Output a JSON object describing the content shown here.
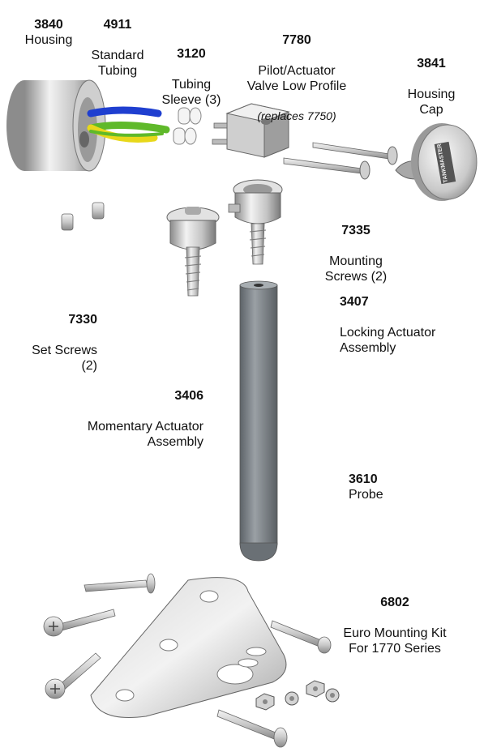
{
  "parts": [
    {
      "id": "housing",
      "number": "3840",
      "name": "Housing"
    },
    {
      "id": "tubing",
      "number": "4911",
      "name": "Standard\nTubing"
    },
    {
      "id": "sleeve",
      "number": "3120",
      "name": "Tubing\nSleeve (3)"
    },
    {
      "id": "valve",
      "number": "7780",
      "name": "Pilot/Actuator\nValve Low Profile",
      "note": "(replaces 7750)"
    },
    {
      "id": "cap",
      "number": "3841",
      "name": "Housing\nCap"
    },
    {
      "id": "mount-screws",
      "number": "7335",
      "name": "Mounting\nScrews (2)"
    },
    {
      "id": "set-screws",
      "number": "7330",
      "name": "Set Screws\n(2)"
    },
    {
      "id": "locking",
      "number": "3407",
      "name": "Locking Actuator\nAssembly"
    },
    {
      "id": "momentary",
      "number": "3406",
      "name": "Momentary Actuator\nAssembly"
    },
    {
      "id": "probe",
      "number": "3610",
      "name": "Probe"
    },
    {
      "id": "euro-kit",
      "number": "6802",
      "name": "Euro Mounting Kit\nFor 1770 Series"
    }
  ],
  "cap_logo_text": "TANKMASTER",
  "colors": {
    "metal_light": "#e6e6e6",
    "metal_mid": "#b8b8b8",
    "metal_dark": "#6f6f6f",
    "probe": "#7c8287",
    "tube_blue": "#1f3fd0",
    "tube_green": "#5fb92a",
    "tube_yellow": "#e8d81a"
  }
}
